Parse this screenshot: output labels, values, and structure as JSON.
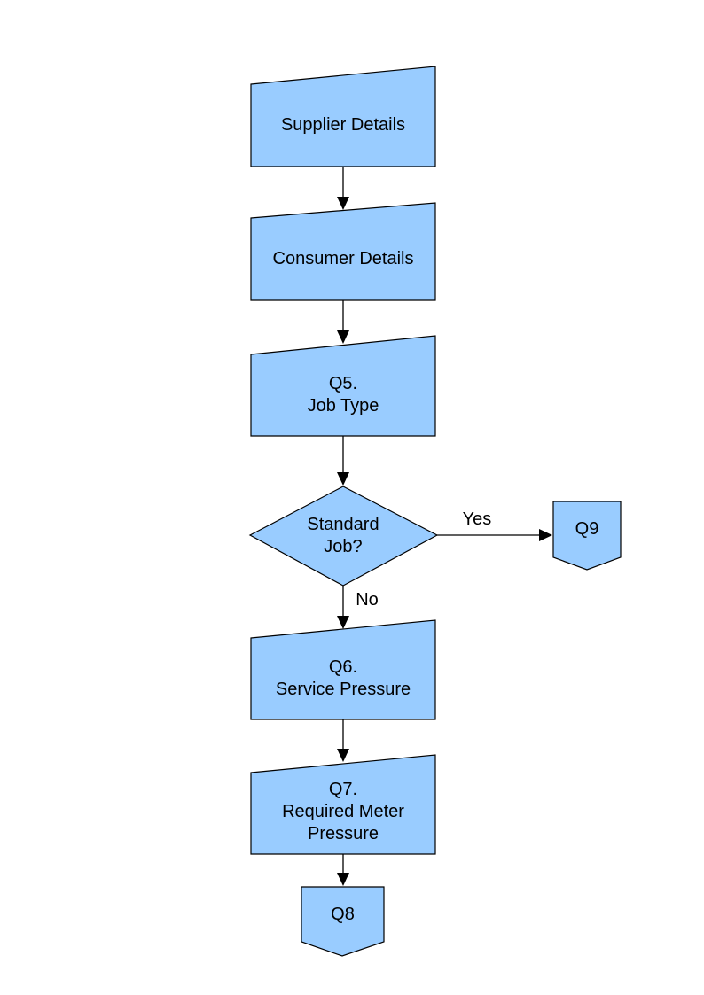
{
  "diagram": {
    "colors": {
      "node_fill": "#99CCFF",
      "node_stroke": "#000000",
      "connector": "#000000",
      "text": "#000000"
    },
    "nodes": {
      "supplier": {
        "label": "Supplier Details",
        "shape": "manual-input"
      },
      "consumer": {
        "label": "Consumer Details",
        "shape": "manual-input"
      },
      "q5": {
        "label": "Q5.\nJob Type",
        "shape": "manual-input"
      },
      "standard_job": {
        "label": "Standard\nJob?",
        "shape": "decision"
      },
      "q9": {
        "label": "Q9",
        "shape": "off-page-connector"
      },
      "q6": {
        "label": "Q6.\nService Pressure",
        "shape": "manual-input"
      },
      "q7": {
        "label": "Q7.\nRequired Meter\nPressure",
        "shape": "manual-input"
      },
      "q8": {
        "label": "Q8",
        "shape": "off-page-connector"
      }
    },
    "edge_labels": {
      "yes": "Yes",
      "no": "No"
    }
  }
}
